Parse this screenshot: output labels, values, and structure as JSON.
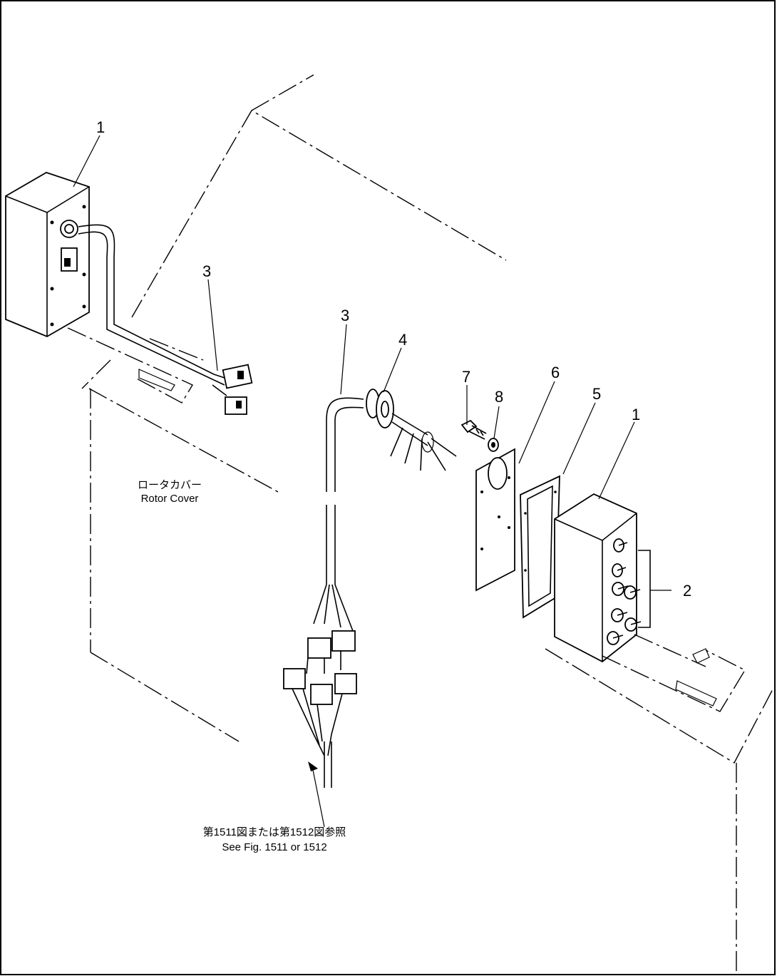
{
  "callouts": [
    "1",
    "3",
    "3",
    "4",
    "7",
    "8",
    "6",
    "5",
    "1",
    "2"
  ],
  "labels": {
    "rotor_cover_jp": "ロータカバー",
    "rotor_cover_en": "Rotor Cover",
    "see_fig_jp": "第1511図または第1512図参照",
    "see_fig_en": "See Fig. 1511 or 1512"
  }
}
